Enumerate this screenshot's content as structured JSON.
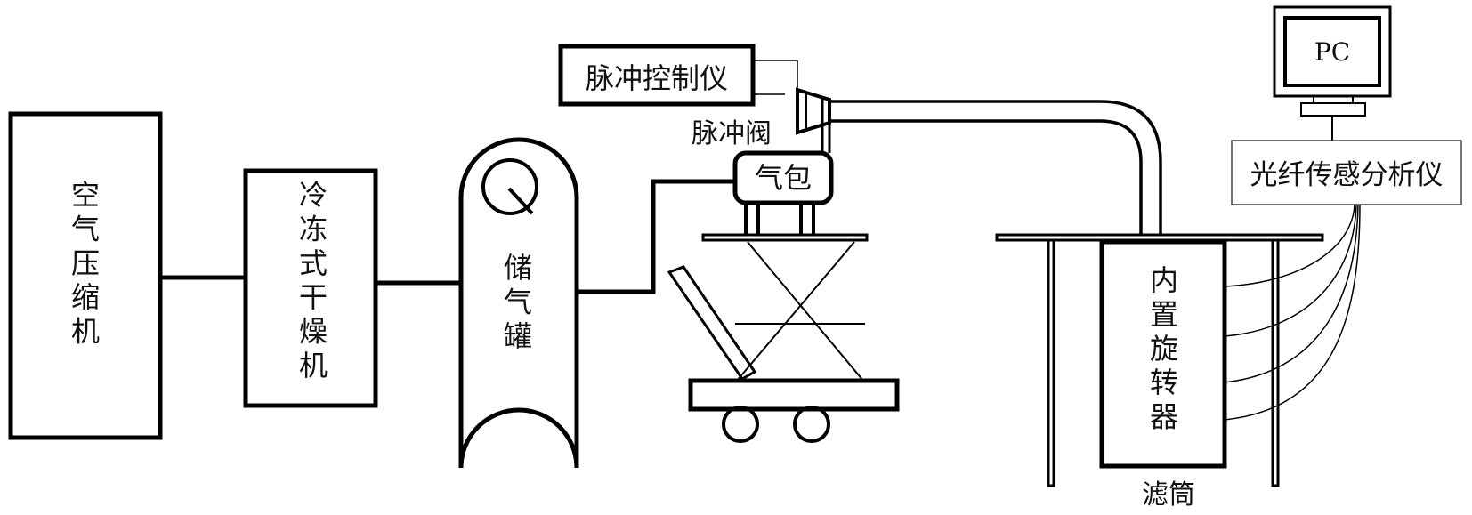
{
  "diagram": {
    "components": {
      "air_compressor": "空气压缩机",
      "refrigerated_dryer": "冷冻式干燥机",
      "storage_tank": "储气罐",
      "pulse_controller": "脉冲控制仪",
      "pulse_valve": "脉冲阀",
      "gas_bag": "气包",
      "rotator": "内置旋转器",
      "filter_cartridge": "滤筒",
      "pc": "PC",
      "fiber_analyzer": "光纤传感分析仪"
    }
  }
}
